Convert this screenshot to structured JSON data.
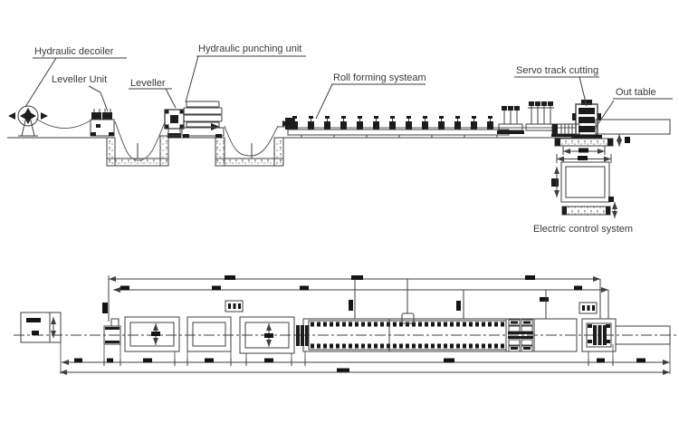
{
  "diagram": {
    "labels": {
      "hydraulic_decoiler": "Hydraulic decoiler",
      "leveller_unit": "Leveller Unit",
      "leveller": "Leveller",
      "hydraulic_punching_unit": "Hydraulic punching unit",
      "roll_forming_system": "Roll forming systeam",
      "servo_track_cutting": "Servo track cutting",
      "out_table": "Out table",
      "electric_control_system": "Electric control system"
    },
    "colors": {
      "line": "#3f3f3f",
      "dark_fill": "#1c1c1c",
      "text": "#3a3a3a",
      "background": "#ffffff"
    }
  }
}
